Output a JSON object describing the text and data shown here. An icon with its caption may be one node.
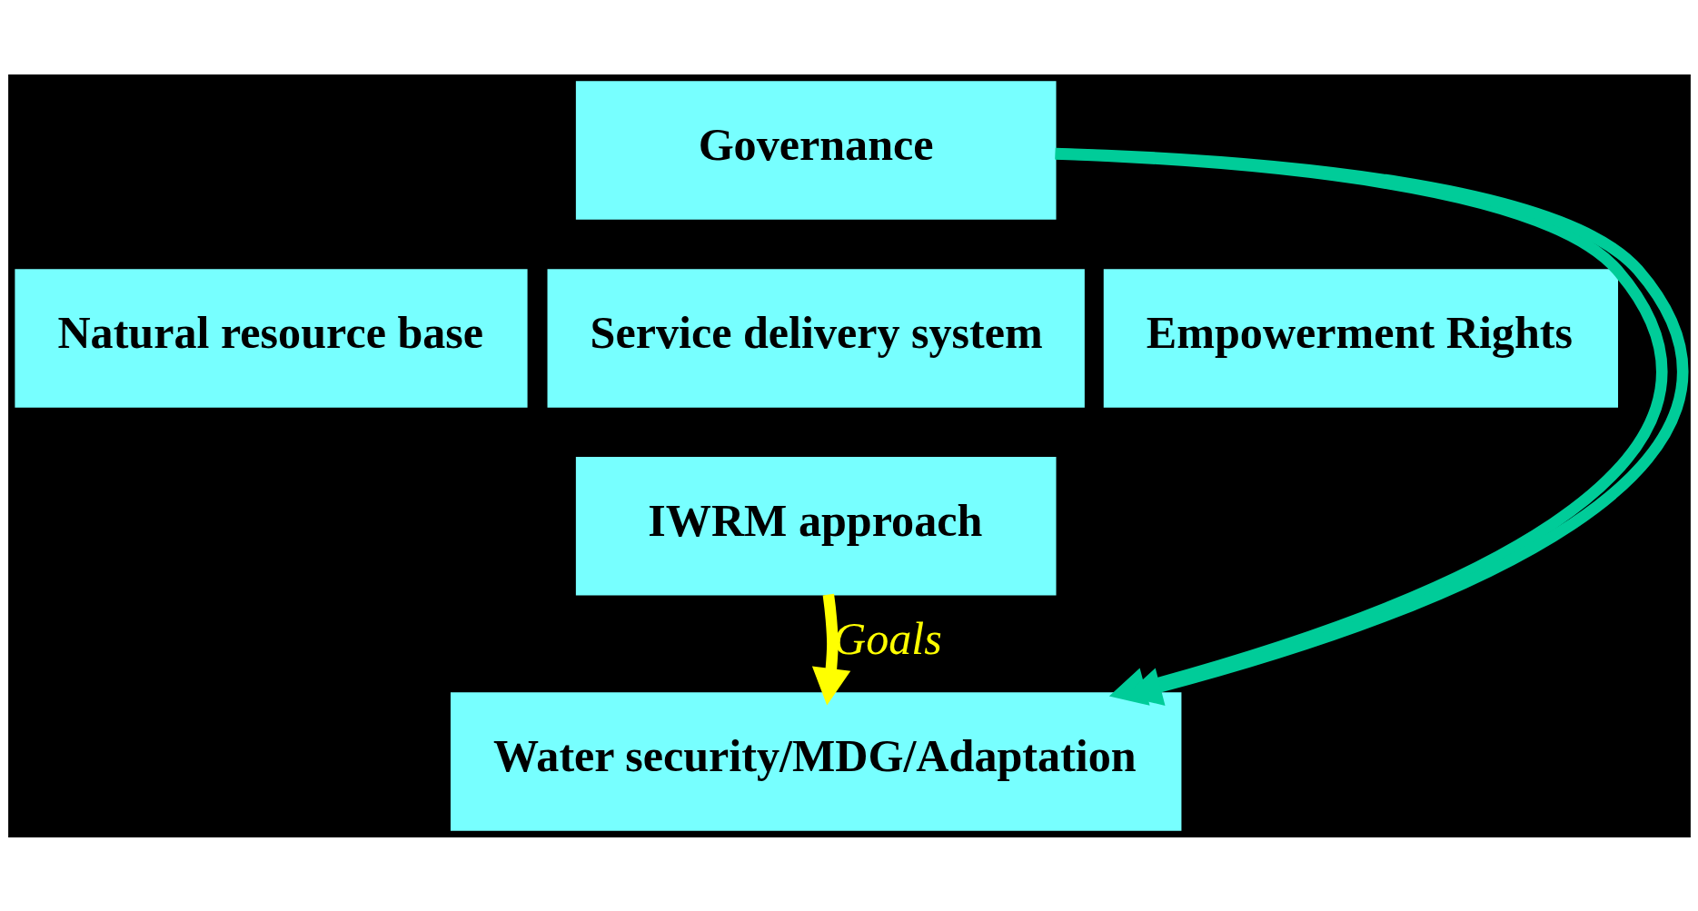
{
  "diagram": {
    "nodes": [
      {
        "text": [
          "Governance"
        ]
      },
      {
        "text": [
          "Natural resource base"
        ]
      },
      {
        "text": [
          "Service delivery system"
        ]
      },
      {
        "text": [
          "Empowerment Rights"
        ]
      },
      {
        "text": [
          "IWRM approach"
        ]
      },
      {
        "text": [
          "Water security/MDG/Adaptation"
        ]
      }
    ],
    "edges": [
      {
        "from": 4,
        "to": 5,
        "arrow": "to",
        "label": "Goals",
        "color": "#ffff00"
      },
      {
        "from": 0,
        "to": 5,
        "arrow": "to",
        "color": "#00cc99"
      },
      {
        "from": 0,
        "to": 5,
        "arrow": "to",
        "color": "#00cc99"
      }
    ]
  }
}
